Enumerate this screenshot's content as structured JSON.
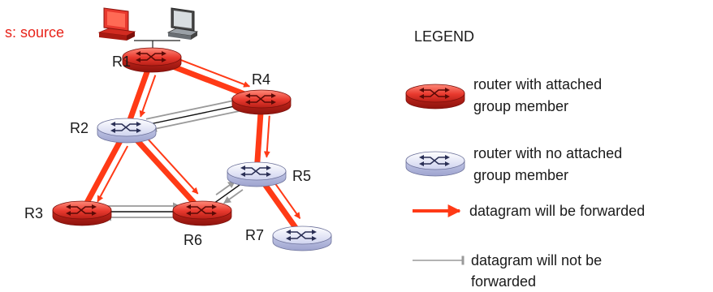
{
  "source_label": "s: source",
  "routers": [
    {
      "id": "R1",
      "label": "R1",
      "member": true
    },
    {
      "id": "R2",
      "label": "R2",
      "member": false
    },
    {
      "id": "R3",
      "label": "R3",
      "member": true
    },
    {
      "id": "R4",
      "label": "R4",
      "member": true
    },
    {
      "id": "R5",
      "label": "R5",
      "member": false
    },
    {
      "id": "R6",
      "label": "R6",
      "member": true
    },
    {
      "id": "R7",
      "label": "R7",
      "member": false
    }
  ],
  "links": [
    {
      "from": "R1",
      "to": "R2"
    },
    {
      "from": "R1",
      "to": "R4"
    },
    {
      "from": "R2",
      "to": "R3"
    },
    {
      "from": "R2",
      "to": "R4"
    },
    {
      "from": "R2",
      "to": "R6"
    },
    {
      "from": "R3",
      "to": "R6"
    },
    {
      "from": "R4",
      "to": "R5"
    },
    {
      "from": "R5",
      "to": "R6"
    },
    {
      "from": "R5",
      "to": "R7"
    }
  ],
  "forwarded": [
    {
      "from": "R1",
      "to": "R2"
    },
    {
      "from": "R1",
      "to": "R4"
    },
    {
      "from": "R2",
      "to": "R3"
    },
    {
      "from": "R2",
      "to": "R6"
    },
    {
      "from": "R4",
      "to": "R5"
    },
    {
      "from": "R5",
      "to": "R7"
    }
  ],
  "not_forwarded": [
    {
      "from": "R2",
      "to": "R4"
    },
    {
      "from": "R4",
      "to": "R2"
    },
    {
      "from": "R3",
      "to": "R6"
    },
    {
      "from": "R6",
      "to": "R3"
    },
    {
      "from": "R5",
      "to": "R6"
    },
    {
      "from": "R6",
      "to": "R5"
    }
  ],
  "legend": {
    "title": "LEGEND",
    "member_router": {
      "line1": "router with attached",
      "line2": "group member"
    },
    "nonmember_router": {
      "line1": "router with no attached",
      "line2": "group member"
    },
    "forwarded": "datagram will be  forwarded",
    "not_forwarded": {
      "line1": "datagram will not be",
      "line2": "forwarded"
    }
  },
  "colors": {
    "member_router": "#e8392e",
    "nonmember_router": "#dcdff5",
    "forwarded_arrow": "#ff3a16",
    "not_forwarded_arrow": "#9a9a9a",
    "source_text": "#e8231a"
  },
  "icons": {
    "source_host": "computer-icon-red",
    "host": "computer-icon"
  }
}
